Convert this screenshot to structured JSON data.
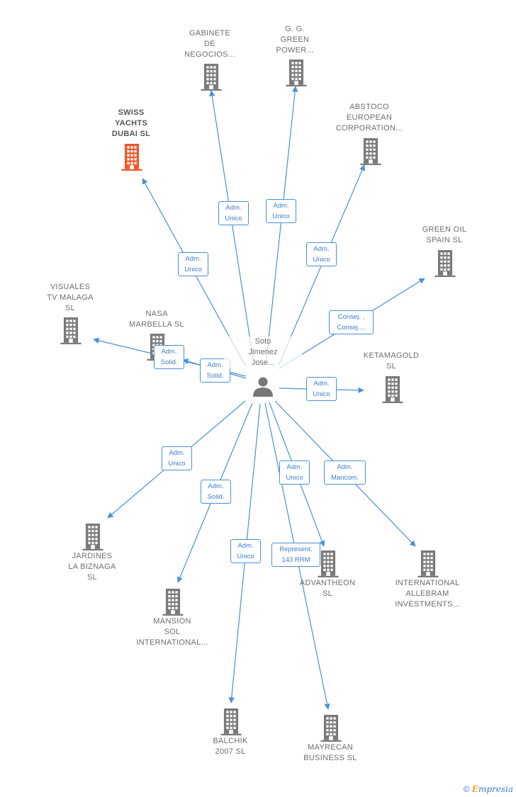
{
  "colors": {
    "edge": "#4a90d9",
    "building": "#7a7a7a",
    "building_main": "#f0582a",
    "person": "#777777"
  },
  "person": {
    "id": "p",
    "label": "Soto\nJimenez\nJose..."
  },
  "companies": [
    {
      "id": "gabinete",
      "label": "GABINETE\nDE\nNEGOCIOS..."
    },
    {
      "id": "ggreen",
      "label": "G.  G.\nGREEN\nPOWER..."
    },
    {
      "id": "swiss",
      "label": "SWISS\nYACHTS\nDUBAI  SL",
      "main": true
    },
    {
      "id": "abstoco",
      "label": "ABSTOCO\nEUROPEAN\nCORPORATION..."
    },
    {
      "id": "greenoil",
      "label": "GREEN OIL\nSPAIN SL"
    },
    {
      "id": "visuales",
      "label": "VISUALES\nTV MALAGA\nSL"
    },
    {
      "id": "nasa",
      "label": "NASA\nMARBELLA  SL"
    },
    {
      "id": "ketamagold",
      "label": "KETAMAGOLD\nSL"
    },
    {
      "id": "jardines",
      "label": "JARDINES\nLA BIZNAGA\nSL"
    },
    {
      "id": "mansion",
      "label": "MANSION\nSOL\nINTERNATIONAL..."
    },
    {
      "id": "balchik",
      "label": "BALCHIK\n2007 SL"
    },
    {
      "id": "mayrecan",
      "label": "MAYRECAN\nBUSINESS  SL"
    },
    {
      "id": "advantheon",
      "label": "ADVANTHEON\nSL"
    },
    {
      "id": "allebram",
      "label": "INTERNATIONAL\nALLEBRAM\nINVESTMENTS..."
    }
  ],
  "edges": [
    {
      "to": "gabinete",
      "label": "Adm.\nUnico"
    },
    {
      "to": "ggreen",
      "label": "Adm.\nUnico"
    },
    {
      "to": "swiss",
      "label": "Adm.\nUnico"
    },
    {
      "to": "abstoco",
      "label": "Adm.\nUnico"
    },
    {
      "to": "greenoil",
      "label": "Consej. ,\nConsej...."
    },
    {
      "to": "visuales",
      "label": "Adm.\nSolid."
    },
    {
      "to": "nasa",
      "label": "Adm.\nSolid."
    },
    {
      "to": "ketamagold",
      "label": "Adm.\nUnico"
    },
    {
      "to": "jardines",
      "label": "Adm.\nUnico"
    },
    {
      "to": "mansion",
      "label": "Adm.\nSolid."
    },
    {
      "to": "balchik",
      "label": "Adm.\nUnico"
    },
    {
      "to": "mayrecan",
      "label": "Represent.\n143 RRM"
    },
    {
      "to": "advantheon",
      "label": "Adm.\nUnico"
    },
    {
      "to": "allebram",
      "label": "Adm.\nMancom."
    }
  ],
  "brand": {
    "copyright": "©",
    "initial": "E",
    "name": "mpresia"
  }
}
